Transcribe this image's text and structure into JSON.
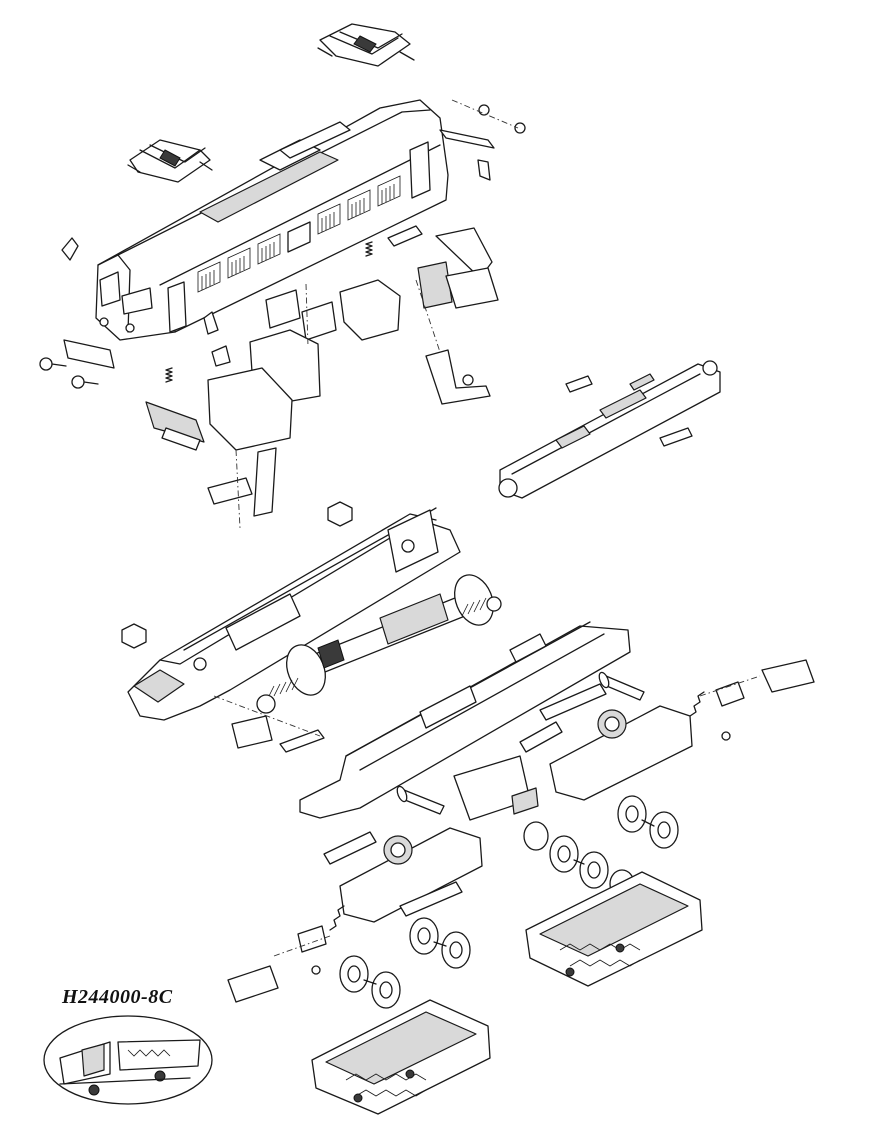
{
  "drawing": {
    "part_number": "H244000-8C"
  },
  "icons": {
    "body_shell": "locomotive-body-shell",
    "pantograph": "pantograph-icon",
    "chassis": "chassis-frame",
    "motor": "motor-armature",
    "bogie": "bogie-truck",
    "wheelset": "wheelset-icon",
    "screw": "screw-icon",
    "spring": "spring-icon",
    "circuit_board": "circuit-board",
    "detail": "bogie-detail-inset"
  },
  "colors": {
    "line": "#1a1a1a",
    "fill": "#ffffff",
    "shade": "#d9d9d9"
  }
}
